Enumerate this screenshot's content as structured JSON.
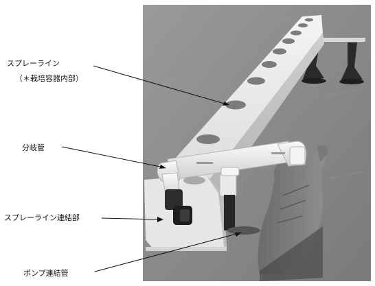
{
  "labels": {
    "spray_line": "スプレーライン",
    "spray_line_sub": "（＊栽培容器内部）",
    "branch_pipe": "分岐管",
    "spray_line_joint": "スプレーライン連結部",
    "pump_pipe": "ポンプ連結管"
  },
  "colors": {
    "ground": "#8c8c8c",
    "trough": "#e9e9e9",
    "holes": "#7e7e7e",
    "pipe": "#f2f2f2",
    "leader": "#111111"
  }
}
